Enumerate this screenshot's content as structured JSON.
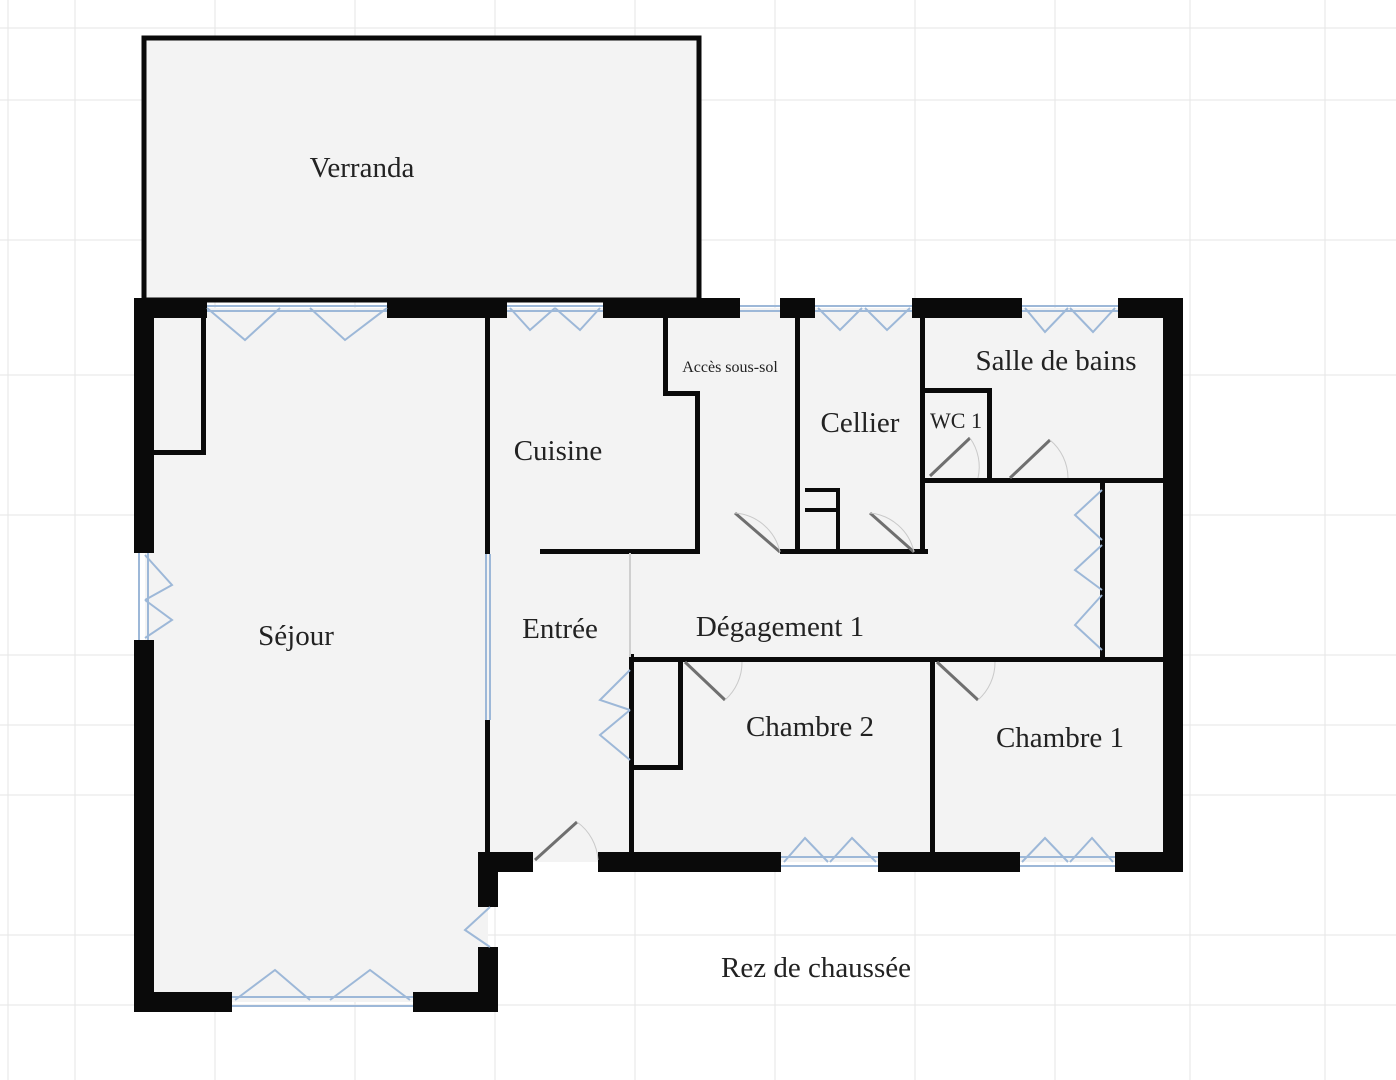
{
  "floor_plan": {
    "level_label": "Rez de chaussée",
    "rooms": {
      "verranda": "Verranda",
      "sejour": "Séjour",
      "cuisine": "Cuisine",
      "acces_sous_sol": "Accès sous-sol",
      "cellier": "Cellier",
      "salle_de_bains": "Salle de bains",
      "wc": "WC 1",
      "entree": "Entrée",
      "degagement": "Dégagement 1",
      "chambre_2": "Chambre 2",
      "chambre_1": "Chambre 1"
    },
    "colors": {
      "wall": "#0a0a0a",
      "floor": "#f3f3f3",
      "grid": "#e6e6e6",
      "window": "#9db8d8",
      "door": "#6f6f6f"
    }
  }
}
